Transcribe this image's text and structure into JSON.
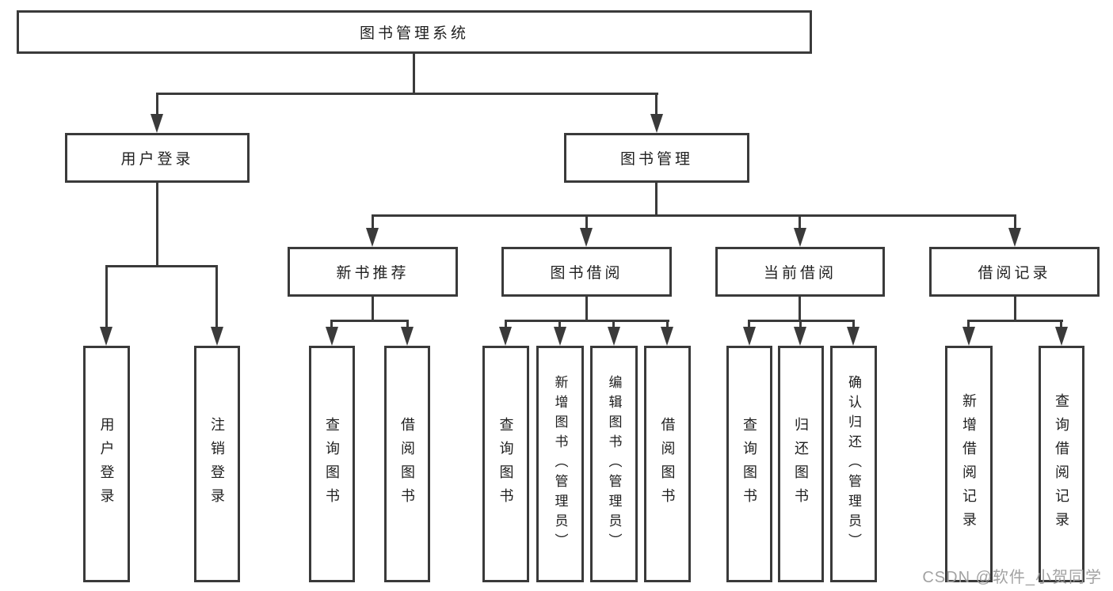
{
  "nodes": {
    "root": "图书管理系统",
    "login": "用户登录",
    "manage": "图书管理",
    "recommend": "新书推荐",
    "borrow": "图书借阅",
    "current": "当前借阅",
    "records": "借阅记录",
    "login_user": "用户登录",
    "login_logout": "注销登录",
    "rec_query": "查询图书",
    "rec_borrow": "借阅图书",
    "bor_query": "查询图书",
    "bor_add": "新增图书（管理员）",
    "bor_edit": "编辑图书（管理员）",
    "bor_borrow": "借阅图书",
    "cur_query": "查询图书",
    "cur_return": "归还图书",
    "cur_confirm": "确认归还（管理员）",
    "rcd_add": "新增借阅记录",
    "rcd_query": "查询借阅记录"
  },
  "colors": {
    "line": "#3a3a3a",
    "text": "#1f1f1f",
    "watermark": "#9e9e9e",
    "background": "#ffffff"
  },
  "watermark": "CSDN @软件_小贺同学"
}
